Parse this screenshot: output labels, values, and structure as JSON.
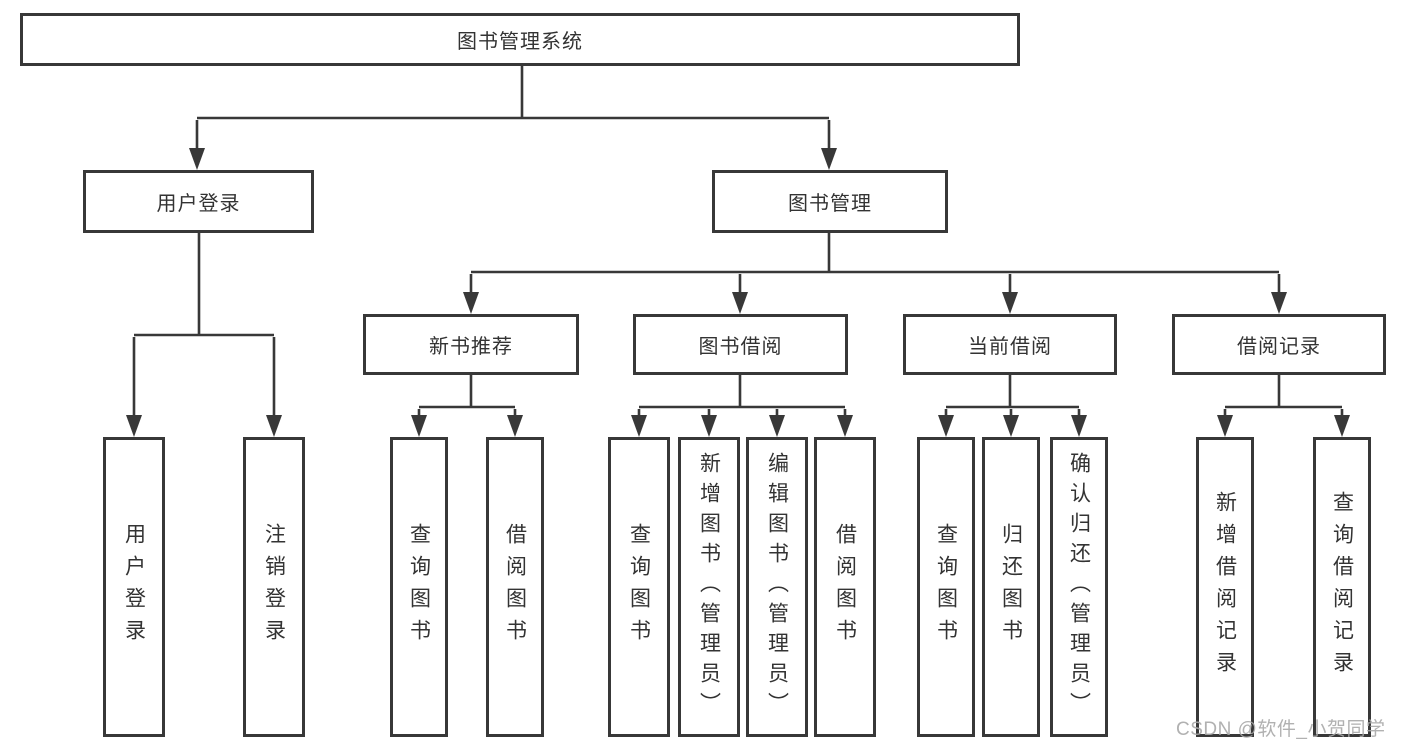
{
  "colors": {
    "line": "#383838",
    "box_border": "#383838",
    "text": "#333333",
    "background": "#ffffff",
    "watermark": "#a8a8a8"
  },
  "diagram": {
    "root": {
      "label": "图书管理系统"
    },
    "level2": [
      {
        "label": "用户登录"
      },
      {
        "label": "图书管理"
      }
    ],
    "level3": [
      {
        "label": "新书推荐"
      },
      {
        "label": "图书借阅"
      },
      {
        "label": "当前借阅"
      },
      {
        "label": "借阅记录"
      }
    ],
    "leaves": {
      "user_login": [
        {
          "label": "用户登录"
        },
        {
          "label": "注销登录"
        }
      ],
      "new_book_recommend": [
        {
          "label": "查询图书"
        },
        {
          "label": "借阅图书"
        }
      ],
      "book_borrow": [
        {
          "label": "查询图书"
        },
        {
          "label": "新增图书（管理员）"
        },
        {
          "label": "编辑图书（管理员）"
        },
        {
          "label": "借阅图书"
        }
      ],
      "current_borrow": [
        {
          "label": "查询图书"
        },
        {
          "label": "归还图书"
        },
        {
          "label": "确认归还（管理员）"
        }
      ],
      "borrow_records": [
        {
          "label": "新增借阅记录"
        },
        {
          "label": "查询借阅记录"
        }
      ]
    }
  },
  "watermark": {
    "text": "CSDN @软件_小贺同学"
  }
}
